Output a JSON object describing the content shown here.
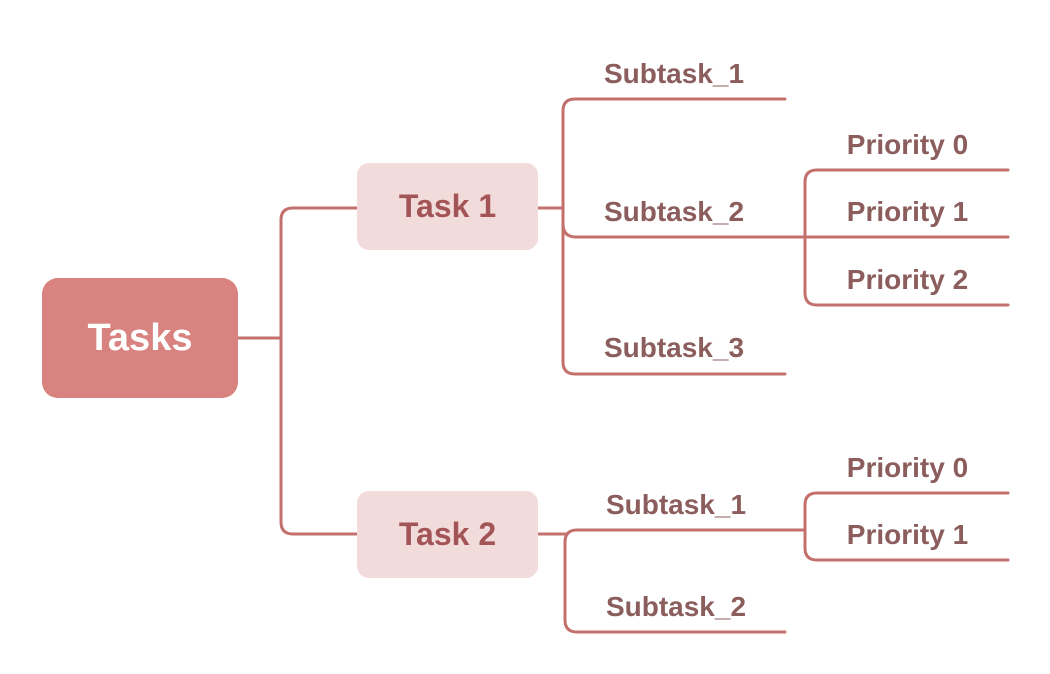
{
  "root": {
    "label": "Tasks"
  },
  "tasks": [
    {
      "label": "Task 1",
      "subtasks": [
        {
          "label": "Subtask_1",
          "priorities": []
        },
        {
          "label": "Subtask_2",
          "priorities": [
            "Priority 0",
            "Priority 1",
            "Priority 2"
          ]
        },
        {
          "label": "Subtask_3",
          "priorities": []
        }
      ]
    },
    {
      "label": "Task 2",
      "subtasks": [
        {
          "label": "Subtask_1",
          "priorities": [
            "Priority 0",
            "Priority 1"
          ]
        },
        {
          "label": "Subtask_2",
          "priorities": []
        }
      ]
    }
  ],
  "colors": {
    "root_fill": "#d8837f",
    "root_text": "#ffffff",
    "task_fill": "#f2dcdb",
    "task_text": "#a25457",
    "leaf_text": "#8b5d5d",
    "connector": "#c4716e",
    "background": "#ffffff"
  }
}
